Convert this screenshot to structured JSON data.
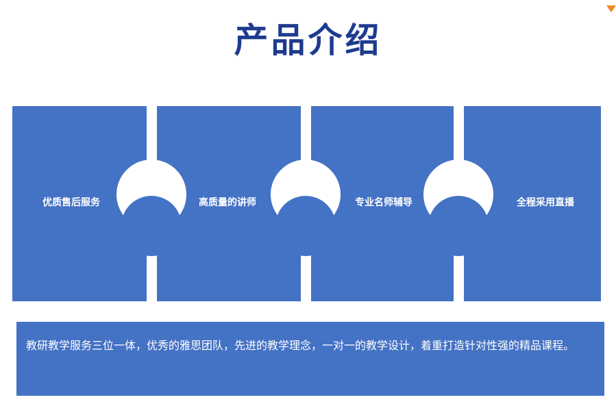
{
  "header": {
    "title": "产品介绍"
  },
  "panels": [
    {
      "label": "优质售后服务"
    },
    {
      "label": "高质量的讲师"
    },
    {
      "label": "专业名师辅导"
    },
    {
      "label": "全程采用直播"
    }
  ],
  "description": "教研教学服务三位一体，优秀的雅思团队，先进的教学理念，一对一的教学设计，着重打造针对性强的精品课程。",
  "colors": {
    "panel": "#4472c4",
    "title": "#1f3b8f",
    "accent": "#ee8a1f"
  }
}
